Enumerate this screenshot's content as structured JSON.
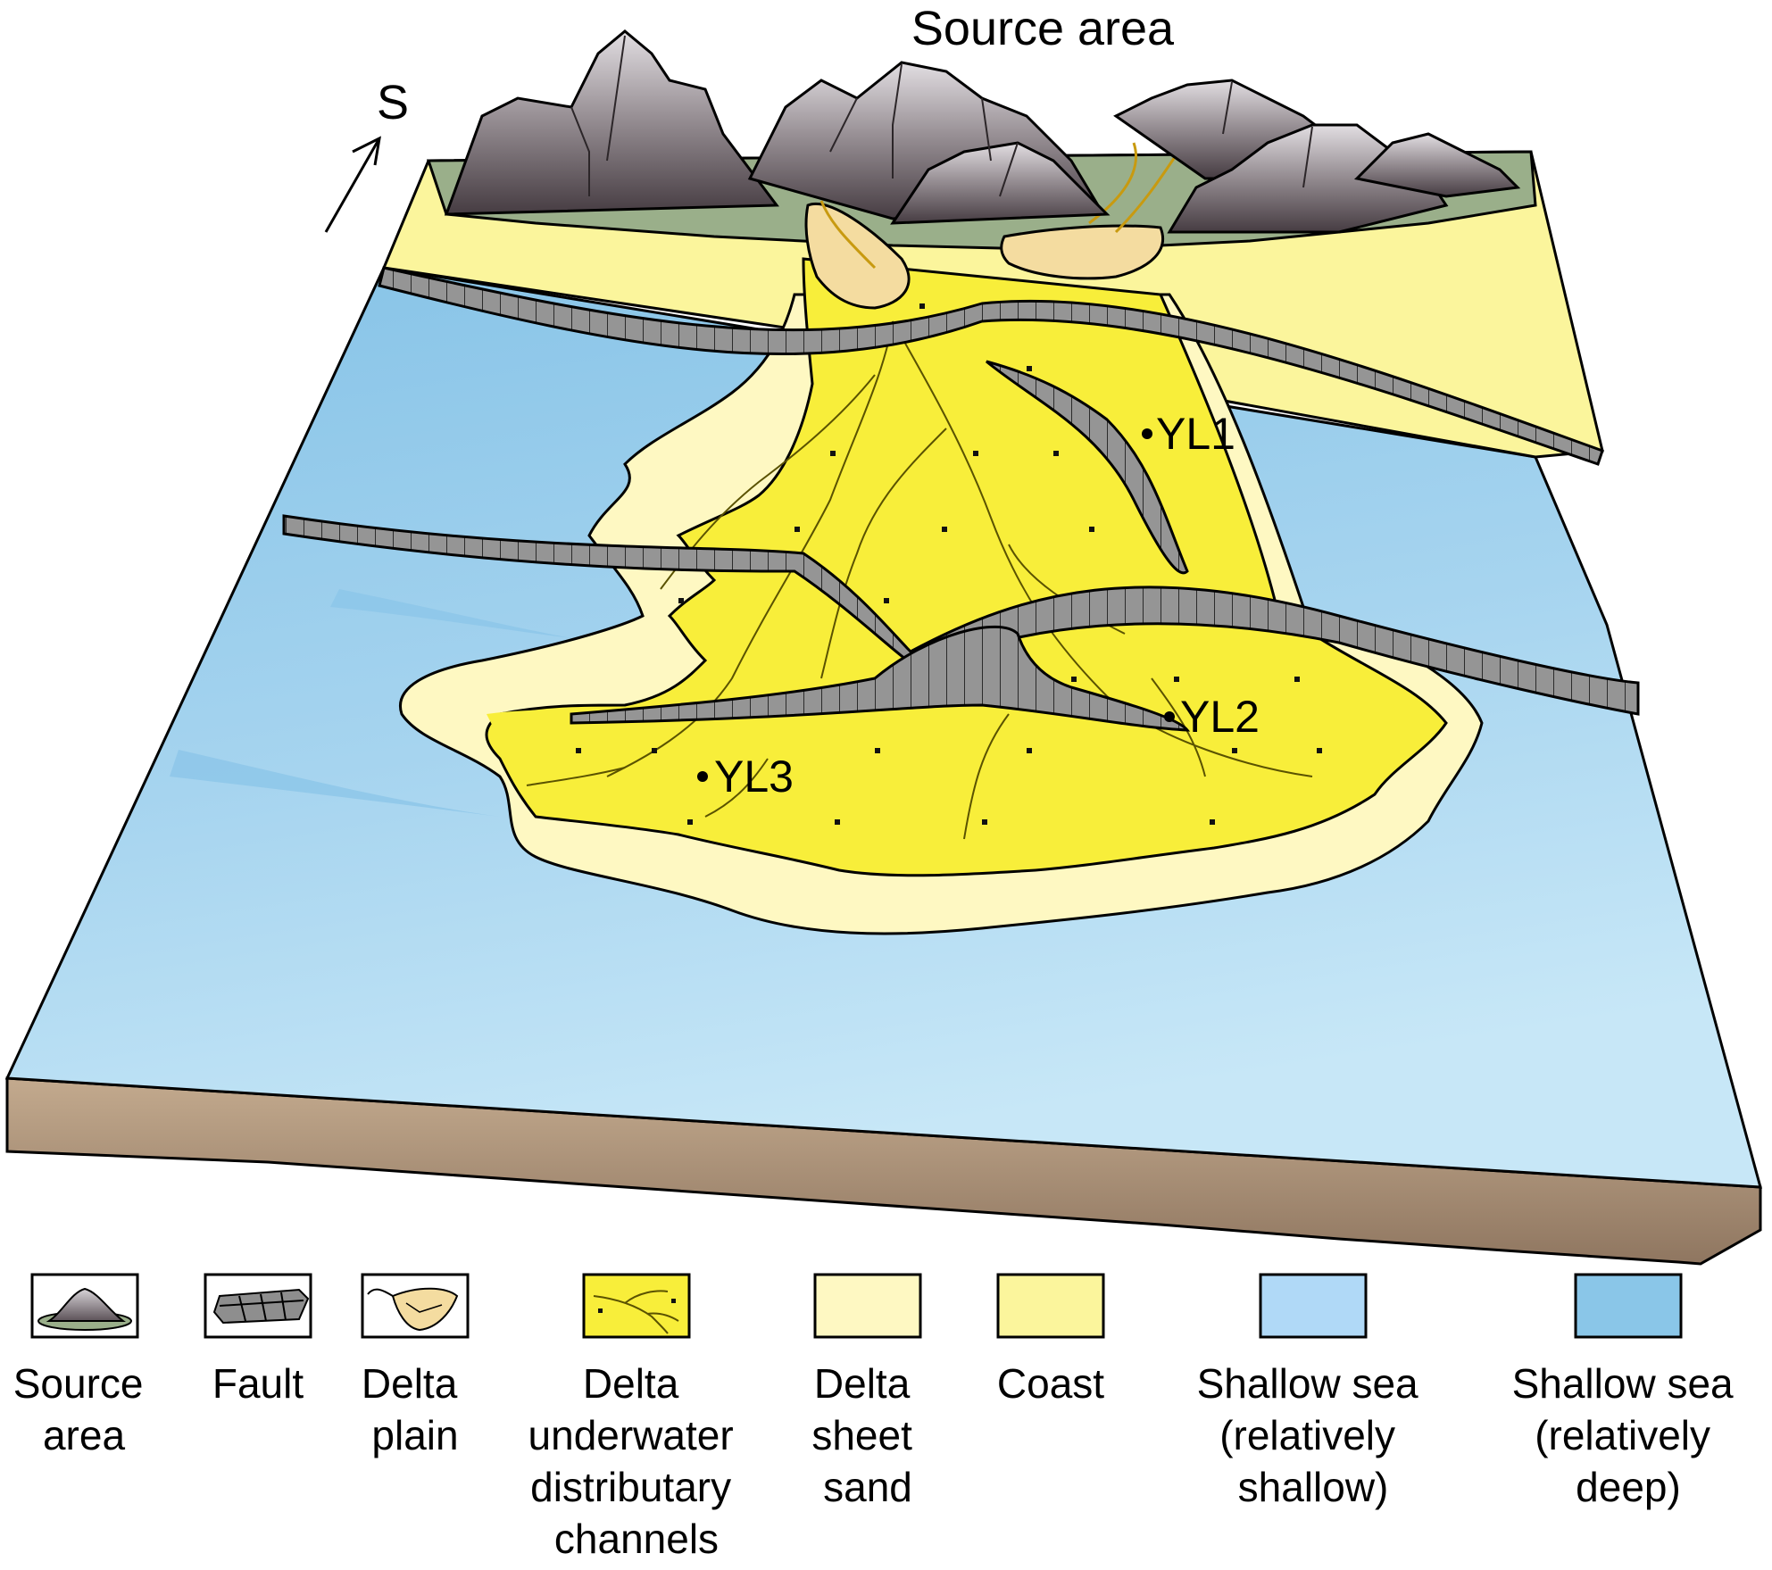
{
  "title": "Source area",
  "north_arrow": {
    "label": "S"
  },
  "wells": [
    {
      "id": "YL1",
      "label": "YL1"
    },
    {
      "id": "YL2",
      "label": "YL2"
    },
    {
      "id": "YL3",
      "label": "YL3"
    }
  ],
  "legend": [
    {
      "key": "source-area",
      "lines": [
        "Source",
        "area"
      ],
      "icon": "mountain-icon"
    },
    {
      "key": "fault",
      "lines": [
        "Fault"
      ],
      "icon": "fault-block-icon"
    },
    {
      "key": "delta-plain",
      "lines": [
        "Delta",
        "plain"
      ],
      "icon": "delta-plain-icon"
    },
    {
      "key": "delta-underwater-distributary-channels",
      "lines": [
        "Delta",
        "underwater",
        "distributary",
        "channels"
      ],
      "icon": "channel-icon"
    },
    {
      "key": "delta-sheet-sand",
      "lines": [
        "Delta",
        "sheet",
        "sand"
      ],
      "icon": "swatch"
    },
    {
      "key": "coast",
      "lines": [
        "Coast"
      ],
      "icon": "swatch"
    },
    {
      "key": "shallow-sea-relatively-shallow",
      "lines": [
        "Shallow sea",
        "(relatively",
        "shallow)"
      ],
      "icon": "swatch"
    },
    {
      "key": "shallow-sea-relatively-deep",
      "lines": [
        "Shallow sea",
        "(relatively",
        "deep)"
      ],
      "icon": "swatch"
    }
  ],
  "colors": {
    "deep_sea": "#8ac6e8",
    "shallow_sea": "#bfe3f5",
    "coast": "#fbf59c",
    "sheet_sand": "#fef8c2",
    "channel_yellow": "#f8ee3a",
    "delta_plain": "#f4dca0",
    "fault_gray": "#8e8e8e",
    "mountain_dark": "#5a5055",
    "mountain_light": "#d6d2d6",
    "base_brown": "#a48a70",
    "source_green": "#9aaf8a"
  }
}
